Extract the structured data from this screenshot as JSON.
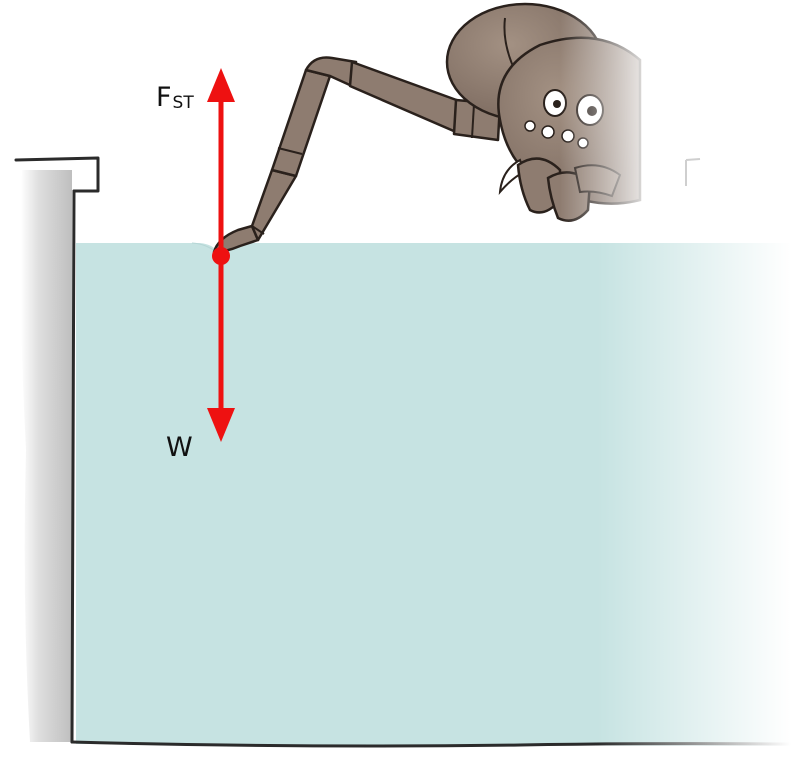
{
  "labels": {
    "surface_tension_main": "F",
    "surface_tension_sub": "ST",
    "weight": "W"
  },
  "colors": {
    "water": "#c6e3e2",
    "arrow": "#ee1111",
    "container_edge": "#2b2b2b",
    "wall_shadow": "#9a9a9a",
    "spider_body": "#8e7c70",
    "spider_outline": "#2a211c",
    "background": "#ffffff"
  },
  "icons": {
    "spider": "spider-icon",
    "force_arrow_up": "arrow-up-icon",
    "force_arrow_down": "arrow-down-icon",
    "contact_point": "dot-icon"
  }
}
